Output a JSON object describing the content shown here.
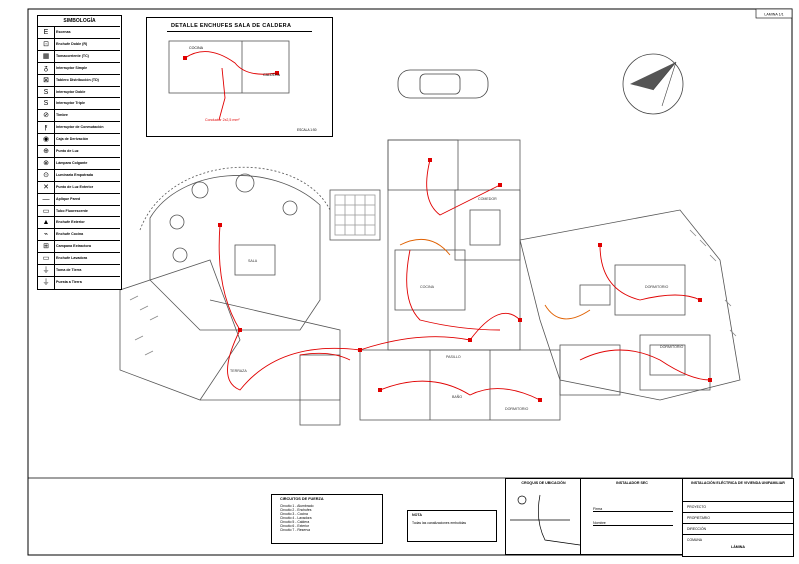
{
  "legend": {
    "title": "SIMBOLOGÍA",
    "items": [
      {
        "symbol": "E",
        "label": "Escenas"
      },
      {
        "symbol": "⊡",
        "label": "Enchufe Doble (R)"
      },
      {
        "symbol": "▦",
        "label": "Tomacorriente (TC)"
      },
      {
        "symbol": "ᵹ",
        "label": "Interruptor Simple"
      },
      {
        "symbol": "⊠",
        "label": "Tablero Distribución (TD)"
      },
      {
        "symbol": "S",
        "label": "Interruptor Doble"
      },
      {
        "symbol": "S",
        "label": "Interruptor Triple"
      },
      {
        "symbol": "⊘",
        "label": "Timbre"
      },
      {
        "symbol": "ϝ",
        "label": "Interruptor de Conmutación"
      },
      {
        "symbol": "◉",
        "label": "Caja de Derivación"
      },
      {
        "symbol": "⊕",
        "label": "Punto de Luz"
      },
      {
        "symbol": "⊗",
        "label": "Lámpara Colgante"
      },
      {
        "symbol": "⊙",
        "label": "Luminaria Empotrada"
      },
      {
        "symbol": "✕",
        "label": "Punto de Luz Exterior"
      },
      {
        "symbol": "—",
        "label": "Aplique Pared"
      },
      {
        "symbol": "▭",
        "label": "Tubo Fluorescente"
      },
      {
        "symbol": "▲",
        "label": "Enchufe Exterior"
      },
      {
        "symbol": "⌁",
        "label": "Enchufe Cocina"
      },
      {
        "symbol": "⊞",
        "label": "Campana Extractora"
      },
      {
        "symbol": "▭",
        "label": "Enchufe Lavadora"
      },
      {
        "symbol": "⏚",
        "label": "Toma de Tierra"
      },
      {
        "symbol": "⏚",
        "label": "Puesta a Tierra"
      }
    ]
  },
  "detail": {
    "title": "DETALLE ENCHUFES SALA DE CALDERA",
    "rooms": [
      "COCINA",
      "CALDERA"
    ],
    "note": "Conductor 2x2,5 mm²",
    "scale": "ESCALA 1:50"
  },
  "rooms": {
    "dining": "COMEDOR",
    "living": "SALA",
    "kitchen": "COCINA",
    "bedroom_master": "DORMITORIO",
    "bedroom_2": "DORMITORIO",
    "bedroom_3": "DORMITORIO",
    "bath": "BAÑO",
    "hall": "PASILLO",
    "terrace": "TERRAZA"
  },
  "circuits": {
    "colors": {
      "primary": "#e00000",
      "secondary": "#e06000",
      "walls": "#555555"
    }
  },
  "title_block": {
    "location_title": "CROQUIS DE UBICACIÓN",
    "installer_title": "INSTALADOR SEC",
    "project_title": "INSTALACIÓN ELÉCTRICA DE VIVIENDA UNIFAMILIAR",
    "top_right_code": "LAMINA 1/1",
    "notes_title": "CIRCUITOS DE FUERZA",
    "notes_lines": [
      "Circuito 1 - Alumbrado",
      "Circuito 2 - Enchufes",
      "Circuito 3 - Cocina",
      "Circuito 4 - Lavadora",
      "Circuito 5 - Caldera",
      "Circuito 6 - Exterior",
      "Circuito 7 - Reserva"
    ],
    "note_box_title": "NOTA",
    "note_box_text": "Todas las canalizaciones embutidas",
    "installer_lines": [
      "Firma",
      "Nombre"
    ],
    "rows": [
      "PROYECTO",
      "PROPIETARIO",
      "DIRECCIÓN",
      "COMUNA"
    ],
    "sheet_label": "LÁMINA"
  }
}
